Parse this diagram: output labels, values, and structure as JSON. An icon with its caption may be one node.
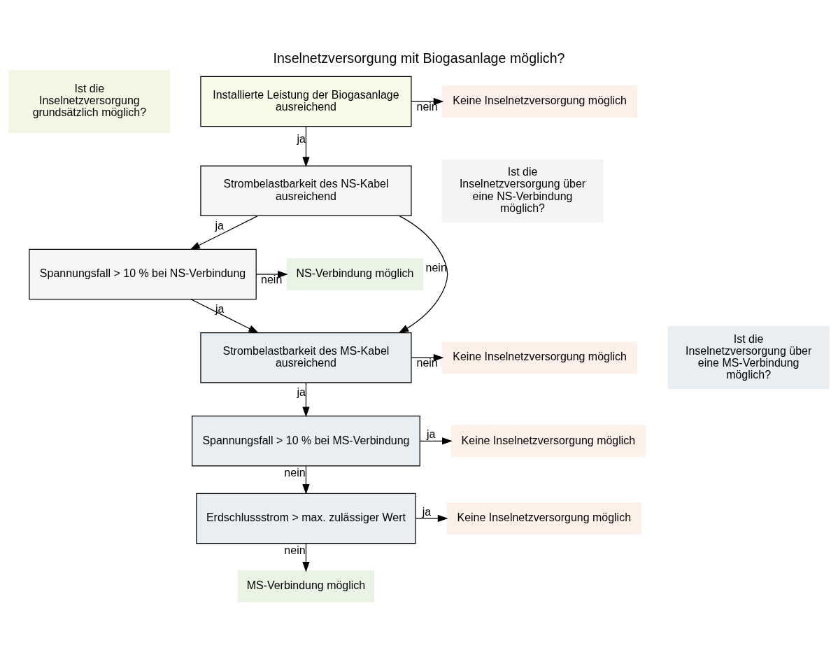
{
  "diagram": {
    "title": "Inselnetzversorgung mit Biogasanlage möglich?",
    "nodes": [
      {
        "text": [
          "Ist die Inselnetzversorgung grundsätzlich möglich?"
        ]
      },
      {
        "text": [
          "Installierte Leistung der Biogasanlage ausreichend"
        ]
      },
      {
        "text": [
          "Keine Inselnetzversorgung möglich"
        ]
      },
      {
        "text": [
          "Ist die Inselnetzversorgung über eine NS-Verbindung möglich?"
        ]
      },
      {
        "text": [
          "Strombelastbarkeit des NS-Kabel ausreichend"
        ]
      },
      {
        "text": [
          "Spannungsfall > 10 % bei NS-Verbindung"
        ]
      },
      {
        "text": [
          "NS-Verbindung möglich"
        ]
      },
      {
        "text": [
          "Ist die Inselnetzversorgung über eine MS-Verbindung möglich?"
        ]
      },
      {
        "text": [
          "Strombelastbarkeit des MS-Kabel ausreichend"
        ]
      },
      {
        "text": [
          "Keine Inselnetzversorgung möglich"
        ]
      },
      {
        "text": [
          "Spannungsfall > 10 % bei MS-Verbindung"
        ]
      },
      {
        "text": [
          "Keine Inselnetzversorgung möglich"
        ]
      },
      {
        "text": [
          "Erdschlussstrom > max. zulässiger Wert"
        ]
      },
      {
        "text": [
          "Keine Inselnetzversorgung möglich"
        ]
      },
      {
        "text": [
          "MS-Verbindung möglich"
        ]
      }
    ],
    "edges": [
      {
        "from": 1,
        "to": 2,
        "arrow": "to",
        "label": "nein"
      },
      {
        "from": 1,
        "to": 4,
        "arrow": "to",
        "label": "ja"
      },
      {
        "from": 4,
        "to": 8,
        "arrow": "to",
        "label": "nein"
      },
      {
        "from": 4,
        "to": 5,
        "arrow": "to",
        "label": "ja"
      },
      {
        "from": 5,
        "to": 6,
        "arrow": "to",
        "label": "nein"
      },
      {
        "from": 5,
        "to": 8,
        "arrow": "to",
        "label": "ja"
      },
      {
        "from": 8,
        "to": 9,
        "arrow": "to",
        "label": "nein"
      },
      {
        "from": 8,
        "to": 10,
        "arrow": "to",
        "label": "ja"
      },
      {
        "from": 10,
        "to": 11,
        "arrow": "to",
        "label": "ja"
      },
      {
        "from": 10,
        "to": 12,
        "arrow": "to",
        "label": "nein"
      },
      {
        "from": 12,
        "to": 13,
        "arrow": "to",
        "label": "ja"
      },
      {
        "from": 12,
        "to": 14,
        "arrow": "to",
        "label": "nein"
      }
    ]
  }
}
